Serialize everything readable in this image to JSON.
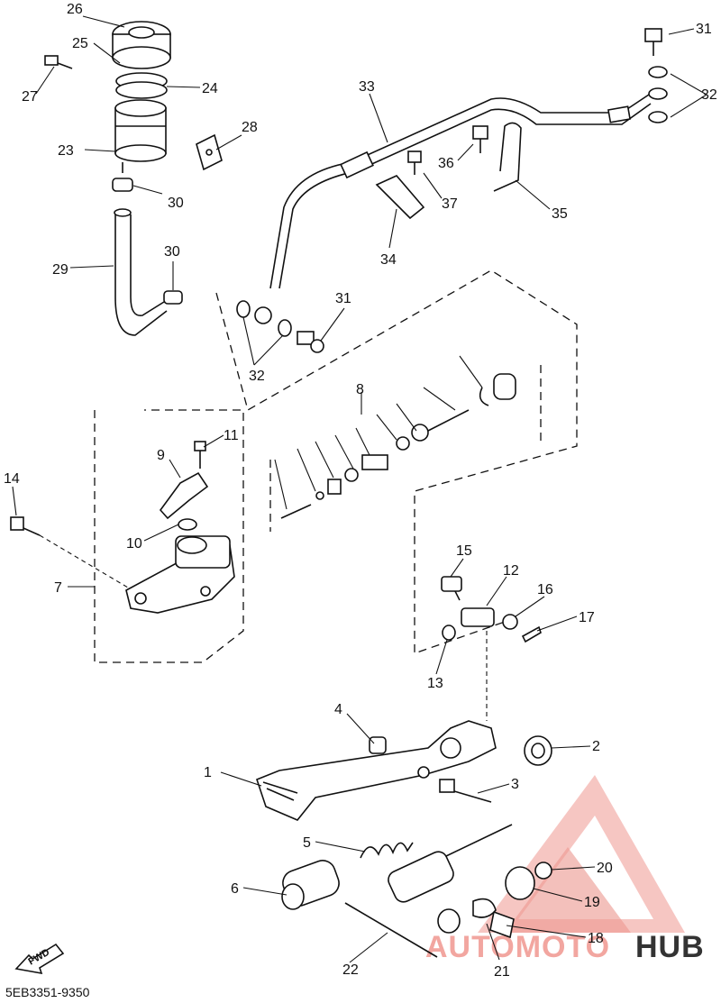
{
  "diagram_code": "5EB3351-9350",
  "fwd_label": "FWD",
  "watermark": {
    "part1": "AUTOMOTO",
    "part2": "HUB",
    "color_main": "#F2A6A0",
    "color_accent": "#E9857C",
    "color_hub": "#333333"
  },
  "callouts": [
    "1",
    "2",
    "3",
    "4",
    "5",
    "6",
    "7",
    "8",
    "9",
    "10",
    "11",
    "12",
    "13",
    "14",
    "15",
    "16",
    "17",
    "18",
    "19",
    "20",
    "21",
    "22",
    "23",
    "24",
    "25",
    "26",
    "27",
    "28",
    "29",
    "30",
    "30",
    "31",
    "31",
    "32",
    "32",
    "33",
    "34",
    "35",
    "36",
    "37"
  ]
}
